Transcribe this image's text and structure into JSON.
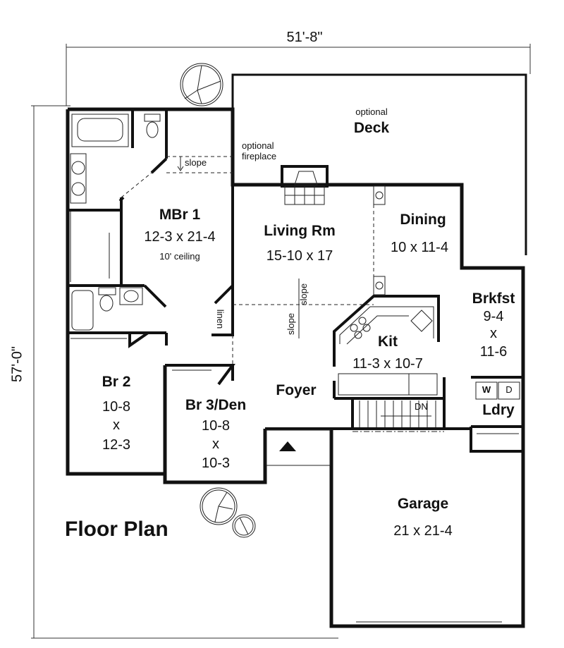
{
  "plan": {
    "title": "Floor Plan",
    "overall_width": "51'-8\"",
    "overall_depth": "57'-0\""
  },
  "rooms": {
    "mbr": {
      "name": "MBr 1",
      "dims": "12-3 x 21-4",
      "note": "10' ceiling",
      "slope": "slope"
    },
    "living": {
      "name": "Living Rm",
      "dims": "15-10 x 17",
      "slope_a": "slope",
      "slope_b": "slope"
    },
    "dining": {
      "name": "Dining",
      "dims": "10 x 11-4"
    },
    "deck": {
      "prefix": "optional",
      "name": "Deck"
    },
    "fireplace": {
      "line1": "optional",
      "line2": "fireplace"
    },
    "brkfst": {
      "name": "Brkfst",
      "dim1": "9-4",
      "x": "x",
      "dim2": "11-6"
    },
    "kitchen": {
      "name": "Kit",
      "dims": "11-3 x 10-7"
    },
    "br2": {
      "name": "Br 2",
      "dim1": "10-8",
      "x": "x",
      "dim2": "12-3"
    },
    "br3": {
      "name": "Br 3/Den",
      "dim1": "10-8",
      "x": "x",
      "dim2": "10-3"
    },
    "foyer": {
      "name": "Foyer"
    },
    "laundry": {
      "name": "Ldry",
      "washer": "W",
      "dryer": "D"
    },
    "garage": {
      "name": "Garage",
      "dims": "21 x 21-4"
    },
    "linen": {
      "name": "linen"
    },
    "stairs": {
      "label": "DN"
    }
  },
  "colors": {
    "line": "#111111",
    "background": "#ffffff"
  }
}
